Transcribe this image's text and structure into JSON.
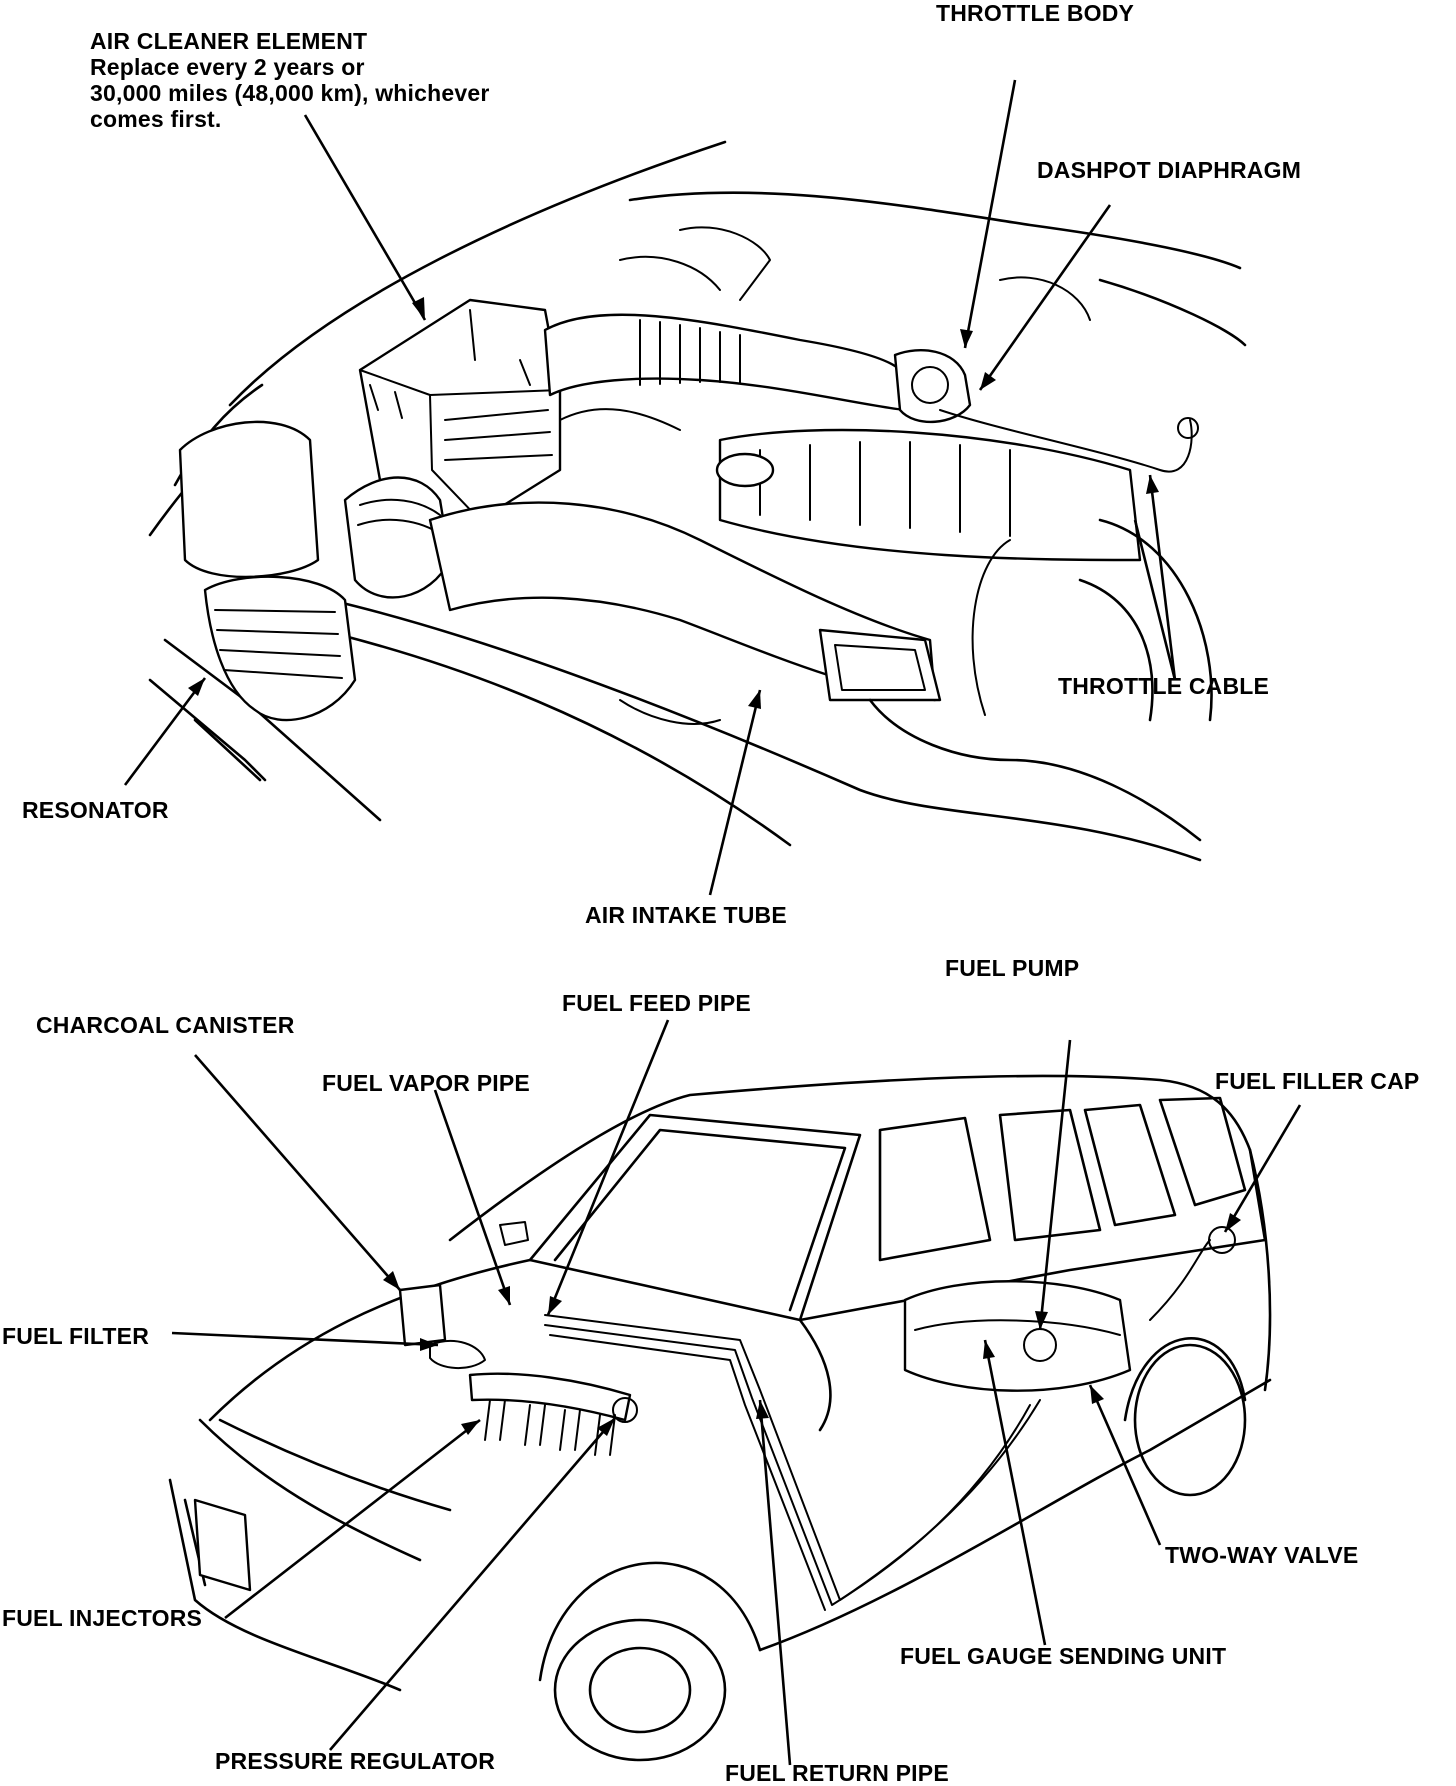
{
  "top_diagram": {
    "air_cleaner": {
      "title": "AIR CLEANER ELEMENT",
      "note_line1": "Replace every 2 years or",
      "note_line2": "30,000 miles (48,000 km), whichever",
      "note_line3": "comes first."
    },
    "throttle_body": "THROTTLE BODY",
    "dashpot_diaphragm": "DASHPOT DIAPHRAGM",
    "throttle_cable": "THROTTLE CABLE",
    "resonator": "RESONATOR",
    "air_intake_tube": "AIR INTAKE TUBE"
  },
  "bottom_diagram": {
    "fuel_pump": "FUEL PUMP",
    "fuel_feed_pipe": "FUEL FEED PIPE",
    "charcoal_canister": "CHARCOAL CANISTER",
    "fuel_vapor_pipe": "FUEL VAPOR PIPE",
    "fuel_filler_cap": "FUEL FILLER CAP",
    "fuel_filter": "FUEL FILTER",
    "two_way_valve": "TWO-WAY VALVE",
    "fuel_injectors": "FUEL INJECTORS",
    "fuel_gauge_sending_unit": "FUEL GAUGE SENDING UNIT",
    "pressure_regulator": "PRESSURE REGULATOR",
    "fuel_return_pipe": "FUEL RETURN PIPE"
  }
}
